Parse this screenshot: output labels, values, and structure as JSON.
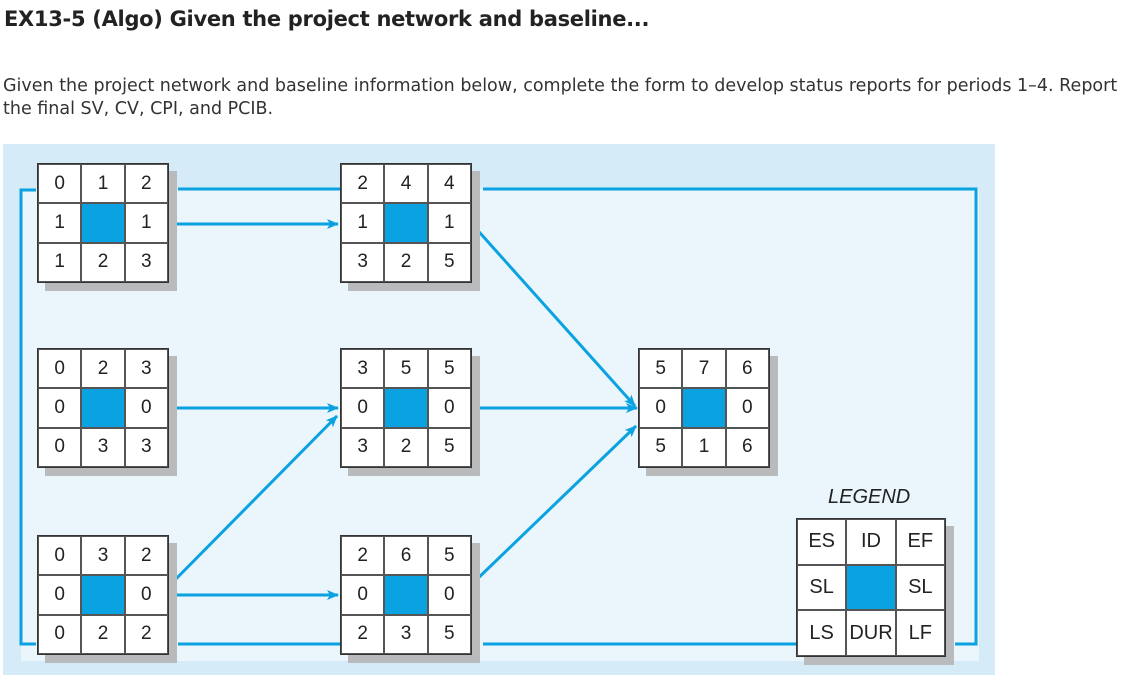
{
  "title": "EX13-5 (Algo) Given the project network and baseline...",
  "description": "Given the project network and baseline information below, complete the form to develop status reports for periods 1–4. Report the final SV, CV, CPI, and PCIB.",
  "accent_color": "#0aa2e0",
  "nodes": [
    {
      "id": "1",
      "es": "0",
      "ef": "2",
      "sl_left": "1",
      "sl_right": "1",
      "ls": "1",
      "dur": "2",
      "lf": "3"
    },
    {
      "id": "4",
      "es": "2",
      "ef": "4",
      "sl_left": "1",
      "sl_right": "1",
      "ls": "3",
      "dur": "2",
      "lf": "5"
    },
    {
      "id": "2",
      "es": "0",
      "ef": "3",
      "sl_left": "0",
      "sl_right": "0",
      "ls": "0",
      "dur": "3",
      "lf": "3"
    },
    {
      "id": "5",
      "es": "3",
      "ef": "5",
      "sl_left": "0",
      "sl_right": "0",
      "ls": "3",
      "dur": "2",
      "lf": "5"
    },
    {
      "id": "7",
      "es": "5",
      "ef": "6",
      "sl_left": "0",
      "sl_right": "0",
      "ls": "5",
      "dur": "1",
      "lf": "6"
    },
    {
      "id": "3",
      "es": "0",
      "ef": "2",
      "sl_left": "0",
      "sl_right": "0",
      "ls": "0",
      "dur": "2",
      "lf": "2"
    },
    {
      "id": "6",
      "es": "2",
      "ef": "5",
      "sl_left": "0",
      "sl_right": "0",
      "ls": "2",
      "dur": "3",
      "lf": "5"
    }
  ],
  "edges": [
    {
      "from": "1",
      "to": "4"
    },
    {
      "from": "4",
      "to": "7"
    },
    {
      "from": "2",
      "to": "5"
    },
    {
      "from": "5",
      "to": "7"
    },
    {
      "from": "3",
      "to": "5"
    },
    {
      "from": "3",
      "to": "6"
    },
    {
      "from": "6",
      "to": "7"
    }
  ],
  "legend": {
    "title": "LEGEND",
    "es": "ES",
    "id": "ID",
    "ef": "EF",
    "sl_left": "SL",
    "sl_right": "SL",
    "ls": "LS",
    "dur": "DUR",
    "lf": "LF"
  }
}
